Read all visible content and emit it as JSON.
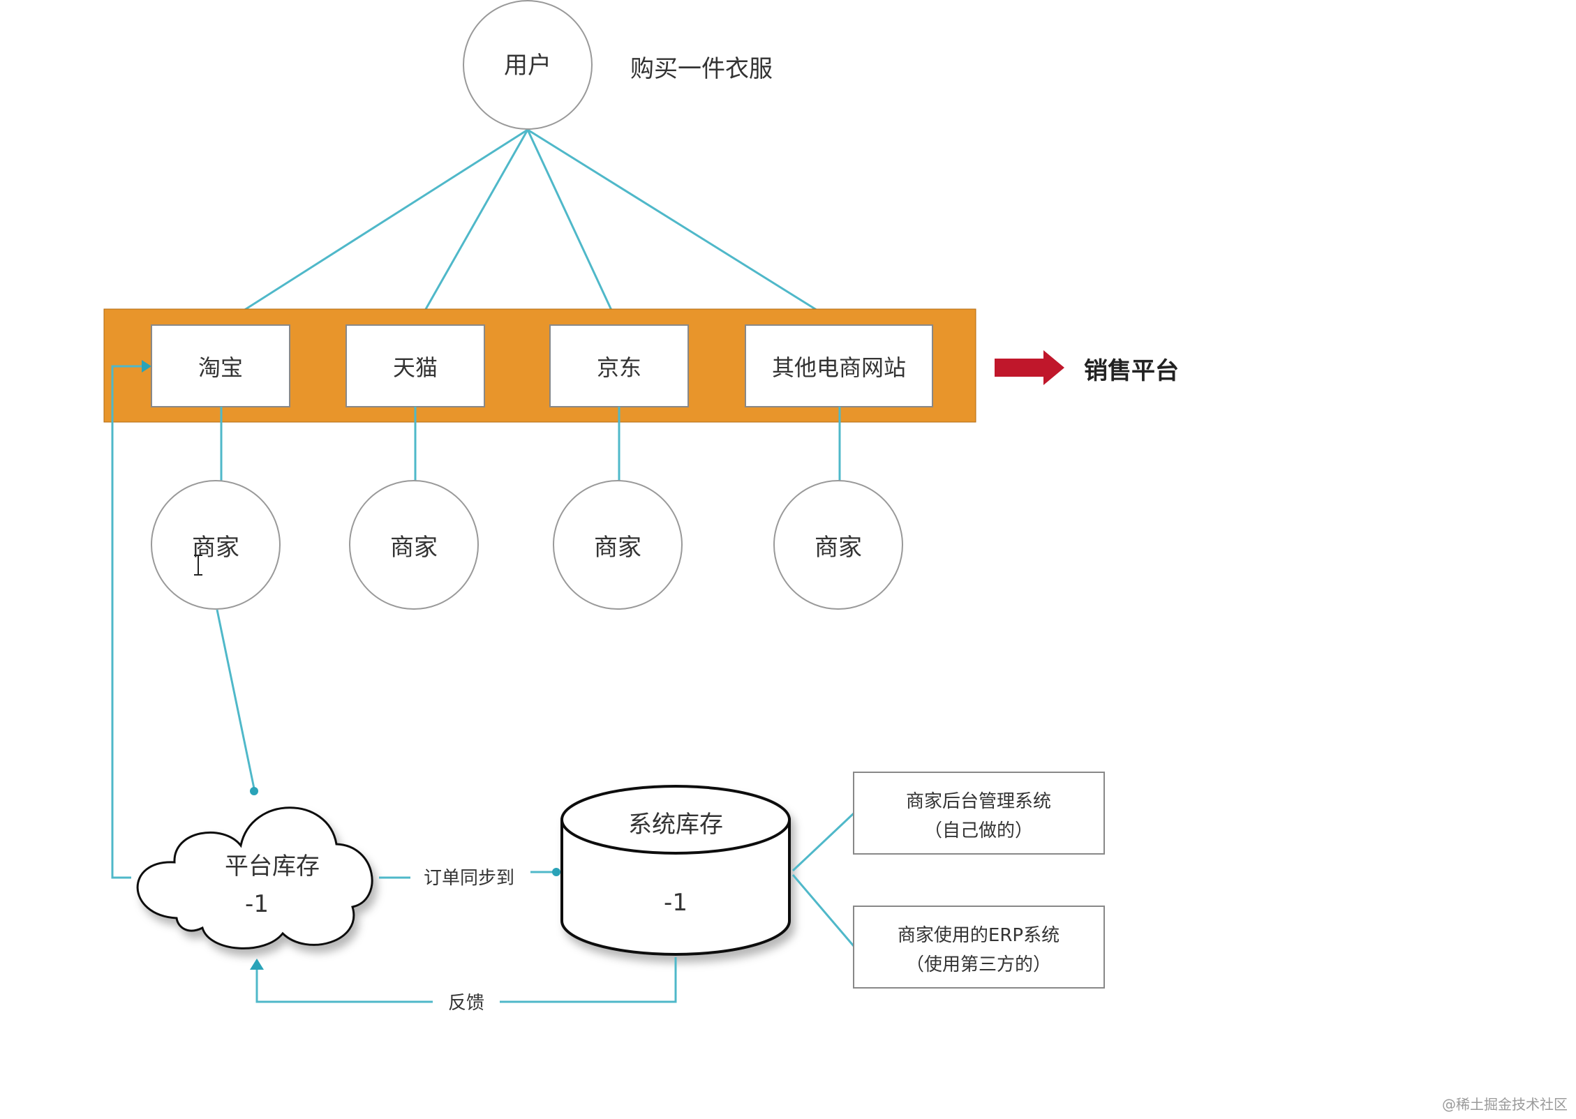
{
  "user": {
    "label": "用户",
    "action": "购买一件衣服"
  },
  "platforms": [
    {
      "label": "淘宝"
    },
    {
      "label": "天猫"
    },
    {
      "label": "京东"
    },
    {
      "label": "其他电商网站"
    }
  ],
  "platform_group_label": "销售平台",
  "merchants": [
    {
      "label": "商家"
    },
    {
      "label": "商家"
    },
    {
      "label": "商家"
    },
    {
      "label": "商家"
    }
  ],
  "platform_stock": {
    "title": "平台库存",
    "value": "-1"
  },
  "system_stock": {
    "title": "系统库存",
    "value": "-1"
  },
  "edges": {
    "sync": "订单同步到",
    "feedback": "反馈"
  },
  "systems": [
    {
      "line1": "商家后台管理系统",
      "line2": "（自己做的）"
    },
    {
      "line1": "商家使用的ERP系统",
      "line2": "（使用第三方的）"
    }
  ],
  "watermark": "@稀土掘金技术社区",
  "colors": {
    "band": "#e8952b",
    "connector": "#4fb8c9",
    "arrow": "#c0172b"
  }
}
